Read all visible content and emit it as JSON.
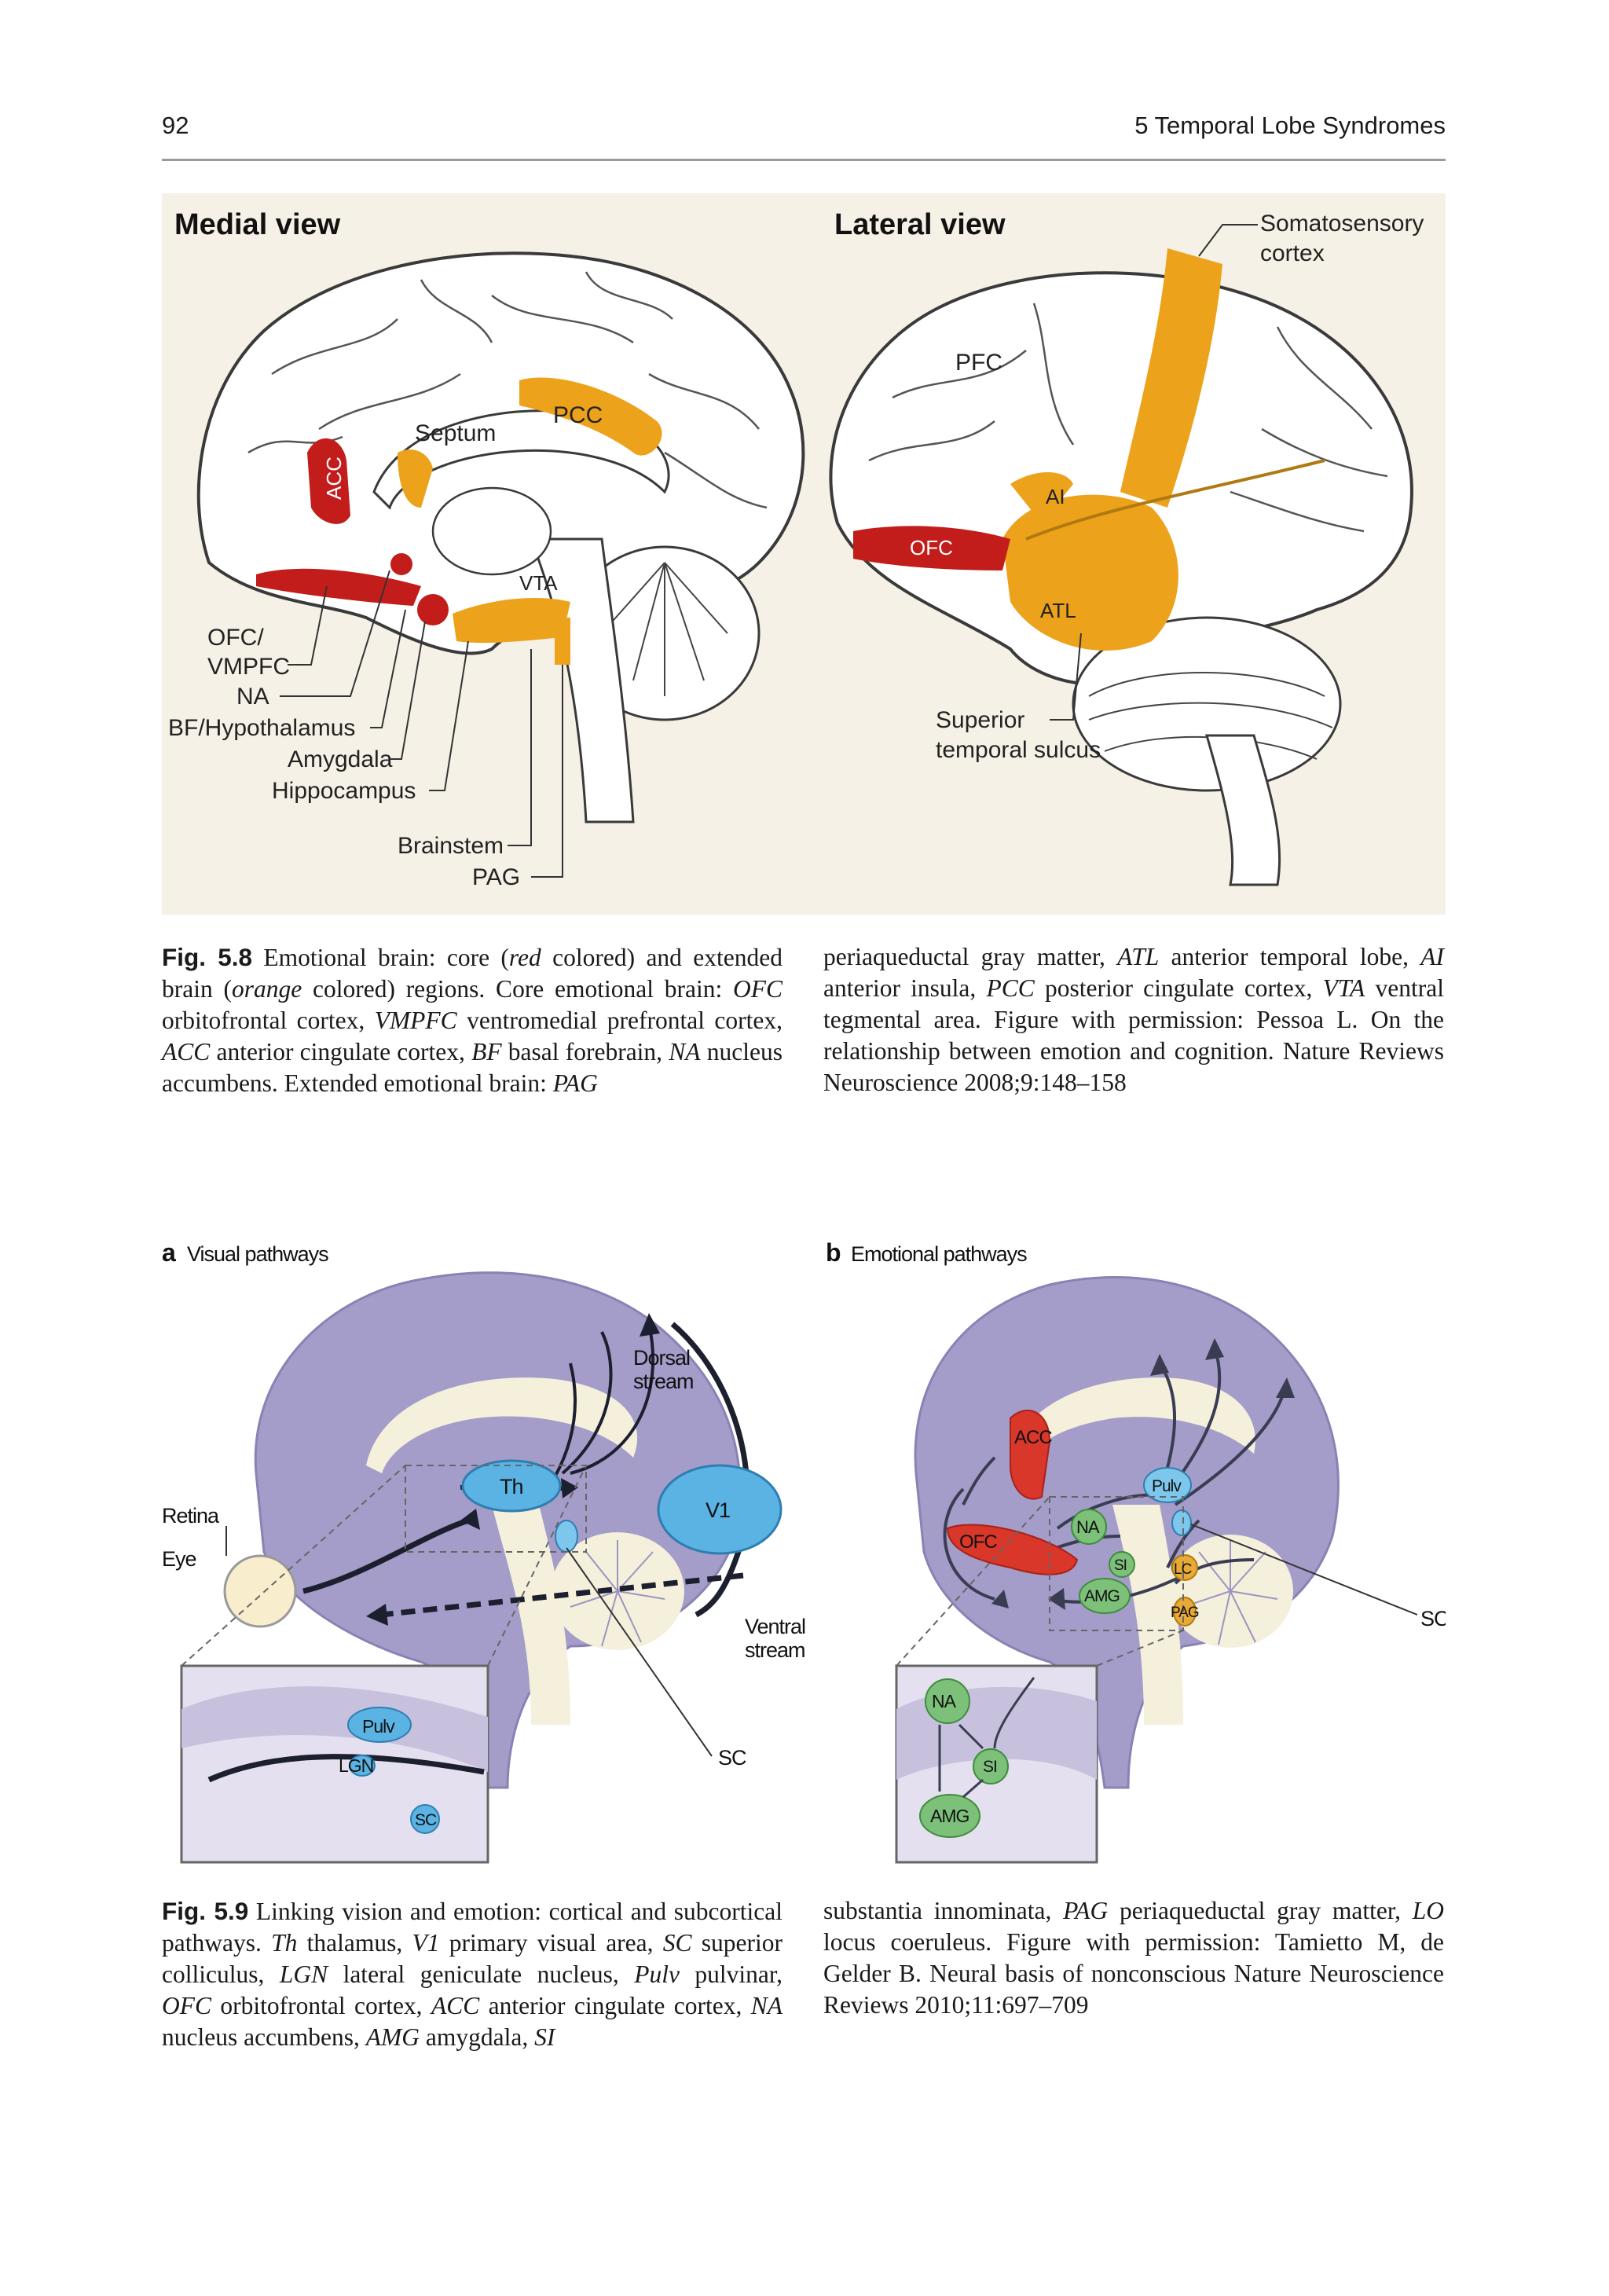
{
  "header": {
    "page_number": "92",
    "chapter_title": "5   Temporal Lobe Syndromes"
  },
  "figure_5_8": {
    "panel_left_title": "Medial view",
    "panel_right_title": "Lateral view",
    "colors": {
      "background": "#f6f1e6",
      "core": "#c21d1b",
      "extended": "#eda21c",
      "outline": "#3a3a3a"
    },
    "medial_labels": {
      "acc": "ACC",
      "septum": "Septum",
      "pcc": "PCC",
      "vta": "VTA",
      "ofc_vmpfc": "OFC/",
      "vmpfc": "VMPFC",
      "na": "NA",
      "bf": "BF/Hypothalamus",
      "amygdala": "Amygdala",
      "hippocampus": "Hippocampus",
      "brainstem": "Brainstem",
      "pag": "PAG"
    },
    "lateral_labels": {
      "somato1": "Somatosensory",
      "somato2": "cortex",
      "pfc": "PFC",
      "ai": "AI",
      "ofc": "OFC",
      "atl": "ATL",
      "sts1": "Superior",
      "sts2": "temporal sulcus"
    }
  },
  "caption_5_8": {
    "label": "Fig. 5.8",
    "left": [
      {
        "t": " Emotional brain: core ("
      },
      {
        "t": "red",
        "i": true
      },
      {
        "t": " colored) and extended brain ("
      },
      {
        "t": "orange",
        "i": true
      },
      {
        "t": " colored) regions. Core emotional brain: "
      },
      {
        "t": "OFC",
        "i": true
      },
      {
        "t": " orbitofrontal cortex, "
      },
      {
        "t": "VMPFC",
        "i": true
      },
      {
        "t": " ventromedial prefrontal cortex, "
      },
      {
        "t": "ACC",
        "i": true
      },
      {
        "t": " anterior cingulate cortex, "
      },
      {
        "t": "BF",
        "i": true
      },
      {
        "t": " basal forebrain, "
      },
      {
        "t": "NA",
        "i": true
      },
      {
        "t": " nucleus accumbens. Extended emotional brain: "
      },
      {
        "t": "PAG",
        "i": true
      }
    ],
    "right": [
      {
        "t": "periaqueductal gray matter, "
      },
      {
        "t": "ATL",
        "i": true
      },
      {
        "t": " anterior temporal lobe, "
      },
      {
        "t": "AI",
        "i": true
      },
      {
        "t": " anterior insula, "
      },
      {
        "t": "PCC",
        "i": true
      },
      {
        "t": " posterior cingulate cortex, "
      },
      {
        "t": "VTA",
        "i": true
      },
      {
        "t": " ventral tegmental area. Figure with permission: Pessoa L. On the relationship between emotion and cognition. Nature Reviews Neuroscience 2008;9:148–158"
      }
    ]
  },
  "figure_5_9": {
    "panel_a_letter": "a",
    "panel_a_title": "Visual pathways",
    "panel_b_letter": "b",
    "panel_b_title": "Emotional pathways",
    "colors": {
      "brain": "#a49cc9",
      "brain_light": "#c7c1de",
      "bg_fill": "#e4e0ef",
      "node_blue": "#5bb3e3",
      "node_green": "#7dc07a",
      "node_red": "#d8372a",
      "node_orange": "#e9a935",
      "arrow": "#1c1f2e"
    },
    "a_labels": {
      "dorsal1": "Dorsal",
      "dorsal2": "stream",
      "retina": "Retina",
      "eye": "Eye",
      "th": "Th",
      "v1": "V1",
      "ventral1": "Ventral",
      "ventral2": "stream",
      "pulv": "Pulv",
      "lgn": "LGN",
      "sc_inset": "SC",
      "sc": "SC"
    },
    "b_labels": {
      "acc": "ACC",
      "pulv": "Pulv",
      "na": "NA",
      "ofc": "OFC",
      "si": "SI",
      "amg": "AMG",
      "lc": "LC",
      "pag": "PAG",
      "sc": "SC",
      "na_inset": "NA",
      "si_inset": "SI",
      "amg_inset": "AMG"
    }
  },
  "caption_5_9": {
    "label": "Fig. 5.9",
    "left": [
      {
        "t": " Linking vision and emotion: cortical and subcortical pathways. "
      },
      {
        "t": "Th",
        "i": true
      },
      {
        "t": " thalamus, "
      },
      {
        "t": "V1",
        "i": true
      },
      {
        "t": " primary visual area, "
      },
      {
        "t": "SC",
        "i": true
      },
      {
        "t": " superior colliculus, "
      },
      {
        "t": "LGN",
        "i": true
      },
      {
        "t": " lateral geniculate nucleus, "
      },
      {
        "t": "Pulv",
        "i": true
      },
      {
        "t": " pulvinar, "
      },
      {
        "t": "OFC",
        "i": true
      },
      {
        "t": " orbitofrontal cortex, "
      },
      {
        "t": "ACC",
        "i": true
      },
      {
        "t": " anterior cingulate cortex, "
      },
      {
        "t": "NA",
        "i": true
      },
      {
        "t": " nucleus accumbens, "
      },
      {
        "t": "AMG",
        "i": true
      },
      {
        "t": " amygdala, "
      },
      {
        "t": "SI",
        "i": true
      }
    ],
    "right": [
      {
        "t": "substantia innominata, "
      },
      {
        "t": "PAG",
        "i": true
      },
      {
        "t": " periaqueductal gray matter, "
      },
      {
        "t": "LO",
        "i": true
      },
      {
        "t": " locus coeruleus. Figure with permission: Tamietto M, de Gelder B. Neural basis of nonconscious Nature Neuroscience Reviews 2010;11:697–709"
      }
    ]
  }
}
